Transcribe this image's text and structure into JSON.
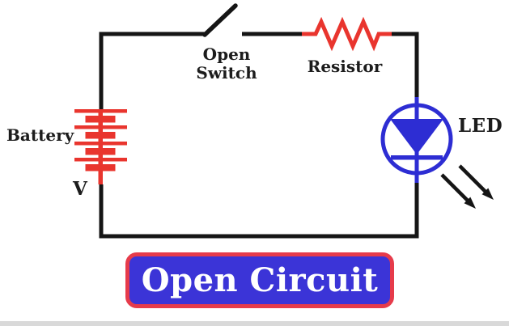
{
  "diagram": {
    "type": "circuit-diagram",
    "caption": "Open Circuit",
    "labels": {
      "battery": "Battery",
      "battery_voltage": "V",
      "switch": [
        "Open",
        "Switch"
      ],
      "resistor": "Resistor",
      "led": "LED"
    }
  },
  "colors": {
    "wire": "#151515",
    "red": "#e9352e",
    "blue": "#2d2dd3",
    "caption-bg": "#3b34d7",
    "caption-border": "#e63b4b",
    "caption-text": "#ffffff",
    "label-text": "#1c1c1c",
    "background": "#ffffff",
    "bottom-strip": "#d9d9d9"
  }
}
